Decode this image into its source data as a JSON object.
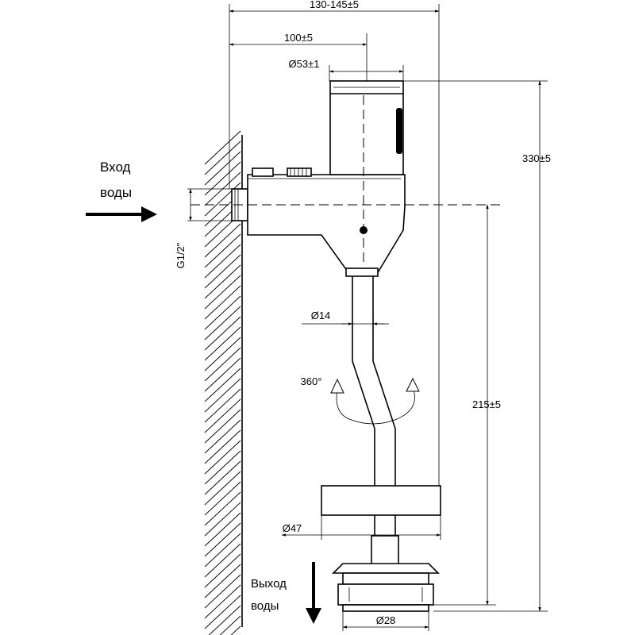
{
  "labels": {
    "inlet_line1": "Вход",
    "inlet_line2": "воды",
    "outlet_line1": "Выход",
    "outlet_line2": "воды",
    "thread": "G1/2\"",
    "rotation": "360°"
  },
  "dimensions": {
    "overall_depth": "130-145±5",
    "axis_offset": "100±5",
    "sensor_diameter": "Ø53±1",
    "total_height": "330±5",
    "pipe_diameter": "Ø14",
    "axis_to_outlet": "215±5",
    "flange_diameter": "Ø47",
    "outlet_diameter": "Ø28"
  }
}
